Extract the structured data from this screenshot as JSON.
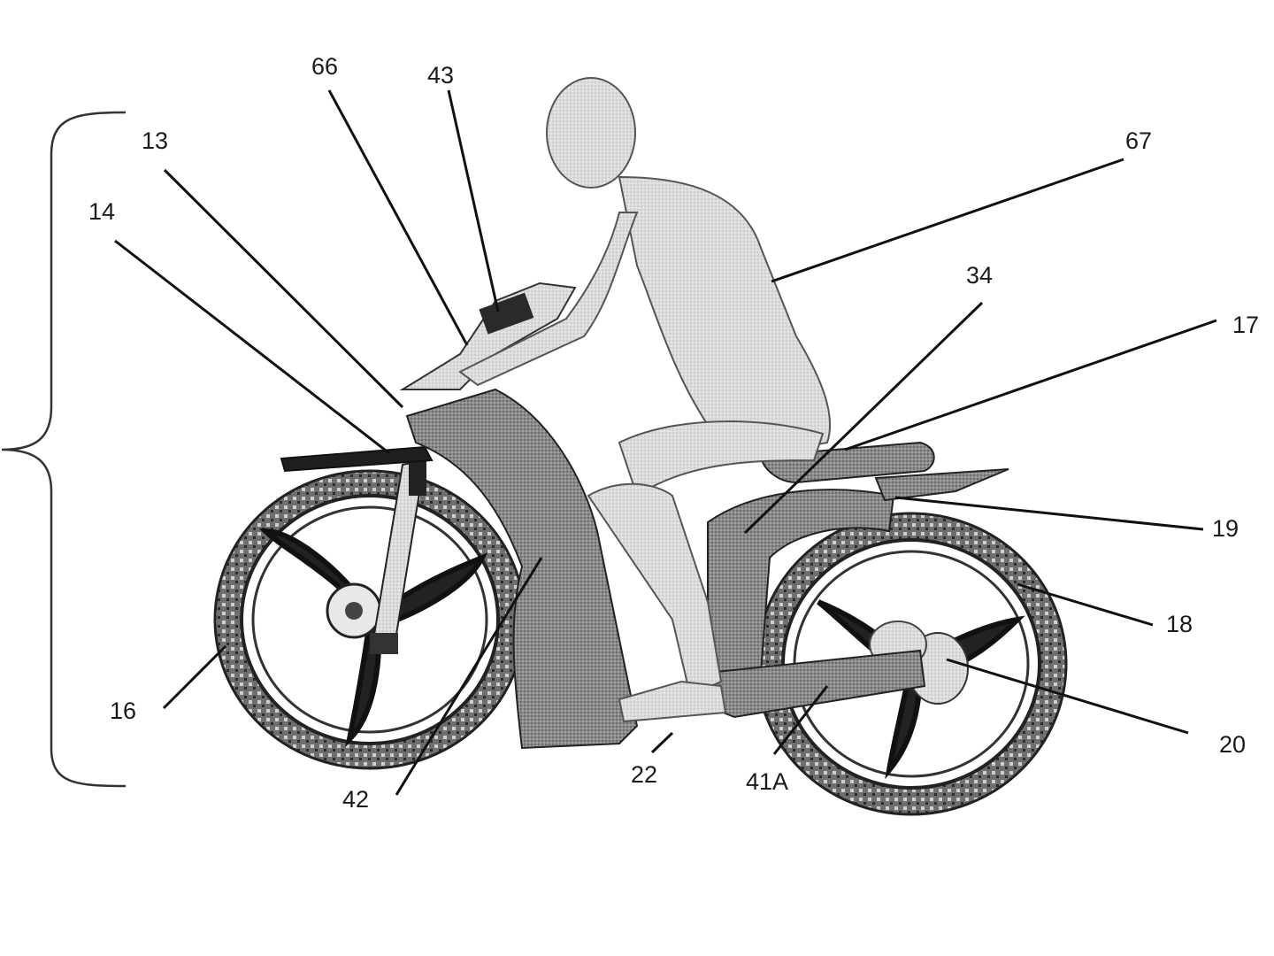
{
  "figure": {
    "labels": [
      {
        "id": "66",
        "text": "66"
      },
      {
        "id": "43",
        "text": "43"
      },
      {
        "id": "13",
        "text": "13"
      },
      {
        "id": "14",
        "text": "14"
      },
      {
        "id": "67",
        "text": "67"
      },
      {
        "id": "34",
        "text": "34"
      },
      {
        "id": "17",
        "text": "17"
      },
      {
        "id": "19",
        "text": "19"
      },
      {
        "id": "18",
        "text": "18"
      },
      {
        "id": "20",
        "text": "20"
      },
      {
        "id": "16",
        "text": "16"
      },
      {
        "id": "42",
        "text": "42"
      },
      {
        "id": "22",
        "text": "22"
      },
      {
        "id": "41A",
        "text": "41A"
      }
    ]
  }
}
